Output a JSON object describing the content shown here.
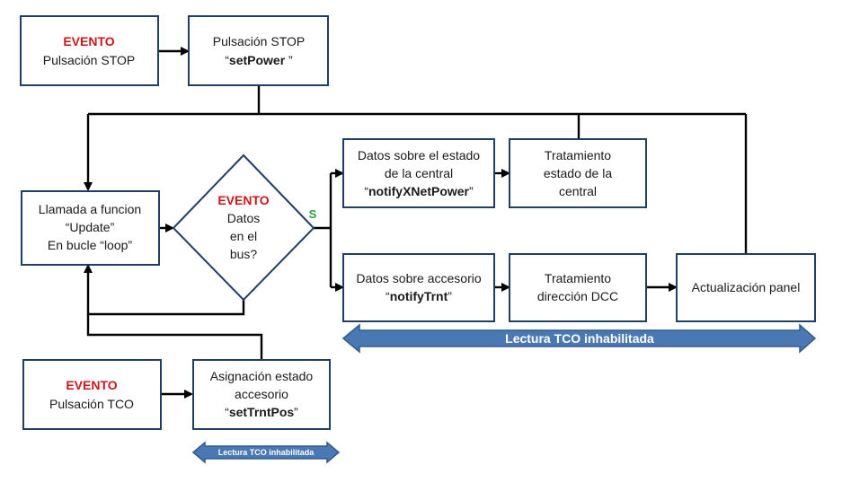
{
  "boxes": {
    "evento_stop": {
      "title": "EVENTO",
      "line1": "Pulsación STOP"
    },
    "pulsacion_stop": {
      "line1": "Pulsación STOP",
      "open_quote": "“",
      "code": "setPower",
      "close_quote": " ”"
    },
    "llamada_update": {
      "line1": "Llamada a funcion",
      "line2": "“Update”",
      "line3": "En bucle “loop”"
    },
    "decision": {
      "title": "EVENTO",
      "line1": "Datos",
      "line2": "en el",
      "line3": "bus?",
      "branch_label": "S"
    },
    "datos_central": {
      "line1": "Datos sobre el estado",
      "line2": "de la central",
      "open_quote": "“",
      "code": "notifyXNetPower",
      "close_quote": "”"
    },
    "tratamiento_central": {
      "line1": "Tratamiento",
      "line2": "estado de la",
      "line3": "central"
    },
    "datos_accesorio": {
      "line1": "Datos sobre accesorio",
      "open_quote": "“",
      "code": "notifyTrnt",
      "close_quote": "”"
    },
    "tratamiento_dcc": {
      "line1": "Tratamiento",
      "line2": "dirección DCC"
    },
    "actualizacion_panel": {
      "line1": "Actualización panel"
    },
    "evento_tco": {
      "title": "EVENTO",
      "line1": "Pulsación TCO"
    },
    "asignacion_estado": {
      "line1": "Asignación estado",
      "line2": "accesorio",
      "open_quote": "“",
      "code": "setTrntPos",
      "close_quote": "”"
    }
  },
  "bands": {
    "main": "Lectura TCO inhabilitada",
    "small": "Lectura TCO inhabilitada"
  },
  "colors": {
    "box_border": "#1f3f66",
    "event_title": "#d0141a",
    "branch_label": "#2e9e3a",
    "band_fill": "#4a78b3"
  }
}
